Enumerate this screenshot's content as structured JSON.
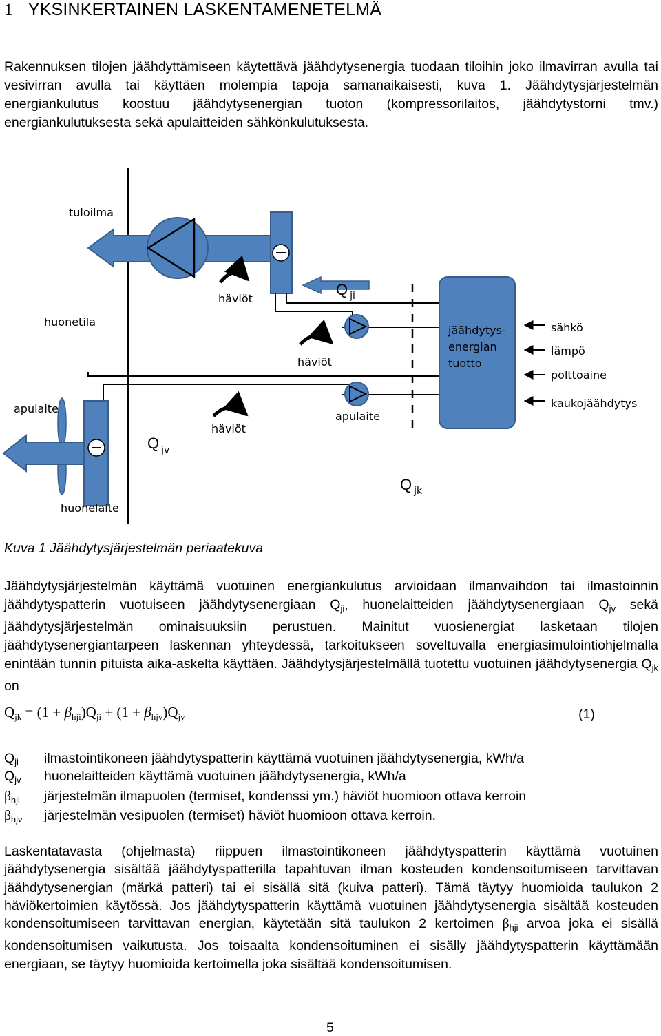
{
  "heading": {
    "number": "1",
    "title": "YKSINKERTAINEN LASKENTAMENETELMÄ"
  },
  "paragraph1": "Rakennuksen tilojen jäähdyttämiseen käytettävä jäähdytysenergia tuodaan tiloihin joko ilmavirran avulla tai vesivirran avulla tai käyttäen molempia tapoja samanaikaisesti, kuva 1. Jäähdytysjärjestelmän energiankulutus koostuu jäähdytysenergian tuoton (kompressorilaitos, jäähdytystorni tmv.) energiankulutuksesta sekä apulaitteiden sähkönkulutuksesta.",
  "diagram": {
    "tuloilma": "tuloilma",
    "huonetila": "huonetila",
    "haviot": "häviöt",
    "q_ji": {
      "main": "Q",
      "sub": "ji"
    },
    "q_jv": {
      "main": "Q",
      "sub": "jv"
    },
    "q_jk": {
      "main": "Q",
      "sub": "jk"
    },
    "production_line1": "jäähdytys-",
    "production_line2": "energian",
    "production_line3": "tuotto",
    "sahko": "sähkö",
    "lampo": "lämpö",
    "polttoaine": "polttoaine",
    "kaukojaahdytys": "kaukojäähdytys",
    "apulaite": "apulaite",
    "huonelaite": "huonelaite",
    "fill_color": "#4f81bd",
    "stroke_color": "#385d8a"
  },
  "caption": "Kuva 1 Jäähdytysjärjestelmän periaatekuva",
  "paragraph2": {
    "part1": "Jäähdytysjärjestelmän käyttämä vuotuinen energiankulutus arvioidaan ilmanvaihdon tai ilmastoinnin jäähdytyspatterin vuotuiseen jäähdytysenergiaan Q",
    "sub1": "ji",
    "part2": ", huonelaitteiden jäähdytysenergiaan Q",
    "sub2": "jv",
    "part3": " sekä jäähdytysjärjestelmän ominaisuuksiin perustuen. Mainitut vuosienergiat lasketaan tilojen jäähdytysenergiantarpeen laskennan yhteydessä, tarkoitukseen soveltuvalla energiasimulointiohjelmalla enintään tunnin pituista aika-askelta käyttäen. Jäähdytysjärjestelmällä tuotettu vuotuinen jäähdytysenergia Q",
    "sub3": "jk",
    "part4": " on"
  },
  "formula": {
    "lhs": "Q",
    "lhs_sub": "jk",
    "eq1": " = (1 + ",
    "beta": "β",
    "b1_sub": "hji",
    "mid1": ")Q",
    "q1_sub": "ji",
    "mid2": " + (1 + ",
    "b2_sub": "hjv",
    "mid3": ")Q",
    "q2_sub": "jv",
    "number": "(1)"
  },
  "definitions": [
    {
      "symbol": "Q",
      "sub": "ji",
      "text": "ilmastointikoneen jäähdytyspatterin käyttämä vuotuinen jäähdytysenergia, kWh/a"
    },
    {
      "symbol": "Q",
      "sub": "jv",
      "text": "huonelaitteiden käyttämä vuotuinen jäähdytysenergia, kWh/a"
    },
    {
      "symbol": "β",
      "sub": "hji",
      "text": "järjestelmän ilmapuolen (termiset, kondenssi ym.) häviöt huomioon ottava kerroin"
    },
    {
      "symbol": "β",
      "sub": "hjv",
      "text": "järjestelmän vesipuolen (termiset) häviöt huomioon ottava kerroin."
    }
  ],
  "paragraph3": {
    "part1": "Laskentatavasta (ohjelmasta) riippuen ilmastointikoneen jäähdytyspatterin käyttämä vuotuinen jäähdytysenergia sisältää jäähdytyspatterilla tapahtuvan ilman kosteuden kondensoitumiseen tarvittavan jäähdytysenergian (märkä patteri) tai ei sisällä sitä (kuiva patteri). Tämä täytyy huomioida taulukon 2 häviökertoimien käytössä. Jos jäähdytyspatterin käyttämä vuotuinen jäähdytysenergia sisältää kosteuden kondensoitumiseen tarvittavan energian, käytetään sitä taulukon 2 kertoimen ",
    "beta": "β",
    "sub": "hji",
    "part2": " arvoa joka ei sisällä kondensoitumisen vaikutusta. Jos toisaalta kondensoituminen ei sisälly jäähdytyspatterin käyttämään energiaan, se täytyy huomioida kertoimella joka sisältää kondensoitumisen."
  },
  "page_number": "5"
}
